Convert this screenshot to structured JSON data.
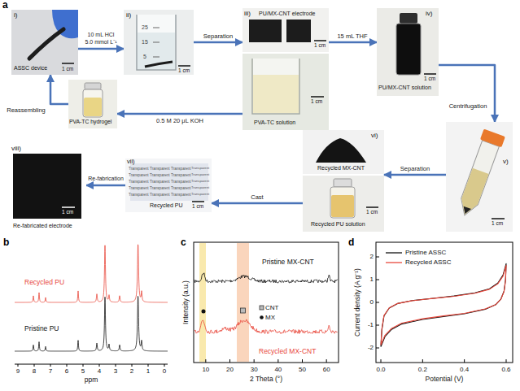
{
  "diagram": {
    "nodes": [
      {
        "text": [
          "i)",
          "ASSC device",
          "1 cm"
        ]
      },
      {
        "text": [
          "ii)",
          "25",
          "15",
          "5",
          "1 cm"
        ]
      },
      {
        "text": [
          "iii)",
          "PU/MX-CNT electrode",
          "1 cm",
          "PVA-TC solution",
          "1 cm"
        ]
      },
      {
        "text": [
          "iv)",
          "PU/MX-CNT solution",
          "1 cm"
        ]
      },
      {
        "text": [
          "v)",
          "1 cm"
        ]
      },
      {
        "text": [
          "vi)",
          "Recycled MX-CNT",
          "Recycled PU solution",
          "1 cm"
        ]
      },
      {
        "text": [
          "vii)",
          "Recycled PU",
          "1 cm",
          "Transparent",
          "Transparent",
          "Transparent",
          "Transparent",
          "Transparent",
          "Transparent",
          "Transparent",
          "Transparent",
          "Transparent",
          "Transparent",
          "Transparent",
          "Transparent",
          "Transparent",
          "Transparent",
          "Transparent",
          "Transparent",
          "Transparent",
          "Transparent",
          "Transparent",
          "Transparent"
        ]
      },
      {
        "text": [
          "viii)",
          "Re-fabricated electrode",
          "1 cm"
        ]
      },
      {
        "text": [
          "PVA-TC hydrogel"
        ]
      }
    ],
    "edges": [
      {
        "from": 0,
        "to": 1,
        "arrow": "to",
        "label": "10 mL HCl 5.0 mmol L⁻¹"
      },
      {
        "from": 1,
        "to": 2,
        "arrow": "to",
        "label": "Separation"
      },
      {
        "from": 2,
        "to": 3,
        "arrow": "to",
        "label": "15 mL THF"
      },
      {
        "from": 3,
        "to": 4,
        "arrow": "to",
        "label": "Centrifugation"
      },
      {
        "from": 4,
        "to": 5,
        "arrow": "to",
        "label": "Separation"
      },
      {
        "from": 5,
        "to": 6,
        "arrow": "to",
        "label": "Cast"
      },
      {
        "from": 6,
        "to": 7,
        "arrow": "to",
        "label": "Re-fabrication"
      },
      {
        "from": 2,
        "to": 8,
        "arrow": "to",
        "label": "0.5 M 20 μL KOH"
      },
      {
        "from": 8,
        "to": 0,
        "arrow": "to",
        "label": "Reassembling"
      }
    ],
    "labels": [
      "a",
      "b",
      "c",
      "d",
      "Recycled PU",
      "Pristine PU",
      "9",
      "8",
      "7",
      "6",
      "5",
      "4",
      "3",
      "2",
      "1",
      "0",
      "ppm",
      "Intensity (a.u.)",
      "Pristine MX-CNT",
      "Recycled MX-CNT",
      "10",
      "20",
      "30",
      "40",
      "50",
      "60",
      "2 Theta (°)",
      "Current density (A g⁻¹)",
      "2",
      "1",
      "0",
      "-1",
      "-2",
      "0.0",
      "0.2",
      "0.4",
      "0.6",
      "Potential (V)"
    ],
    "legend": [
      {
        "text": "CNT"
      },
      {
        "text": "MX"
      },
      {
        "text": "Pristine ASSC"
      },
      {
        "text": "Recycled ASSC"
      }
    ]
  }
}
